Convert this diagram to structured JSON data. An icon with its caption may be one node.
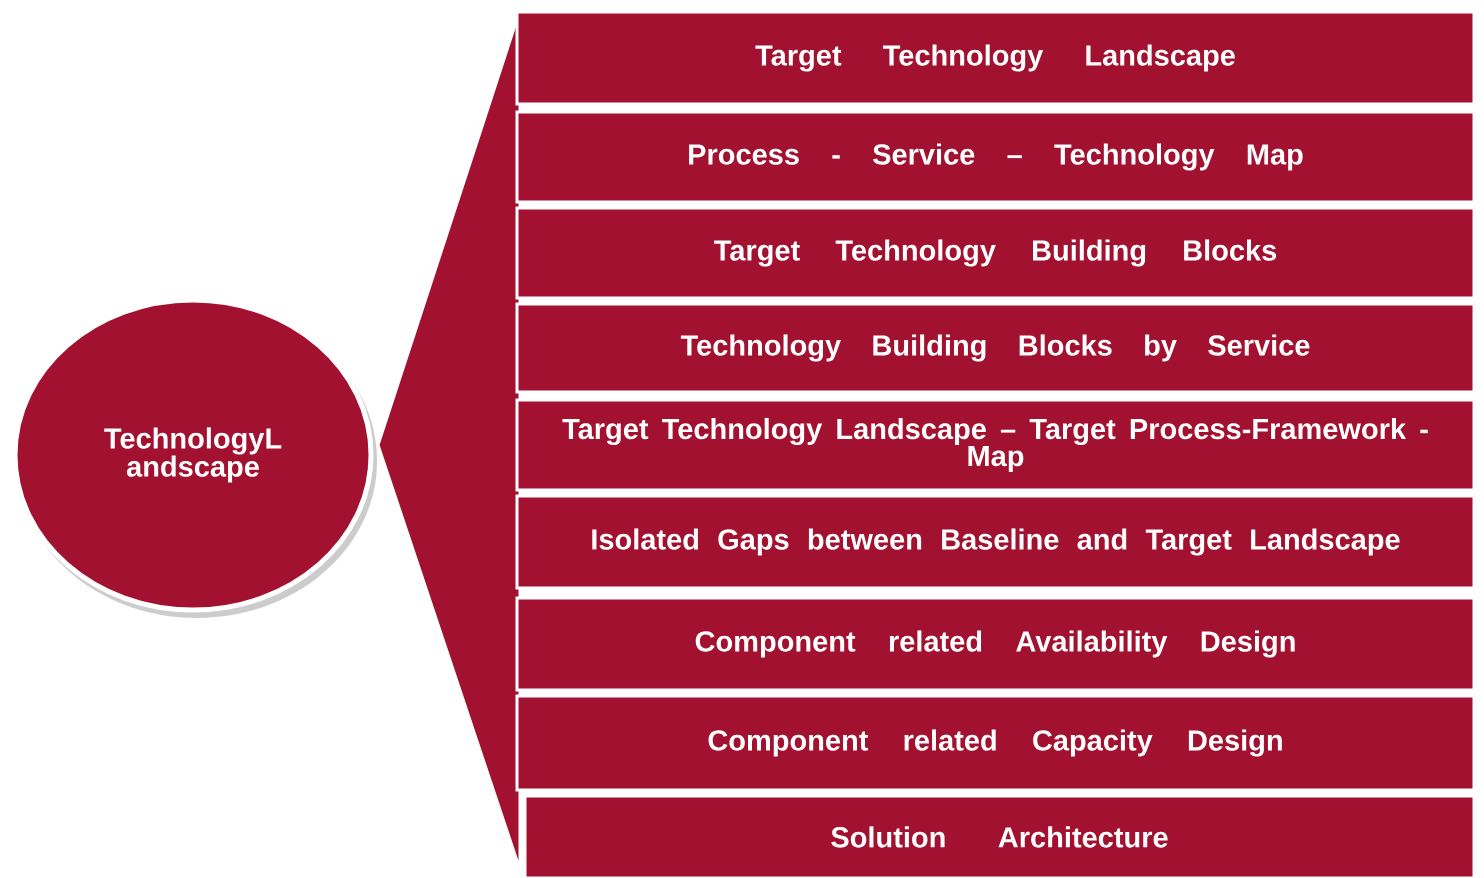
{
  "diagram": {
    "nodes": [
      {
        "text": [
          "TechnologyL andscape"
        ]
      },
      {
        "text": [
          "Target Technology Landscape"
        ]
      },
      {
        "text": [
          "Process - Service – Technology Map"
        ]
      },
      {
        "text": [
          "Target Technology Building Blocks"
        ]
      },
      {
        "text": [
          "Technology Building Blocks by Service"
        ]
      },
      {
        "text": [
          "Target Technology Landscape – Target Process-Framework - Map"
        ]
      },
      {
        "text": [
          "Isolated Gaps between Baseline and Target Landscape"
        ]
      },
      {
        "text": [
          "Component related Availability Design"
        ]
      },
      {
        "text": [
          "Component related Capacity Design"
        ]
      },
      {
        "text": [
          "Solution Architecture"
        ]
      }
    ]
  }
}
